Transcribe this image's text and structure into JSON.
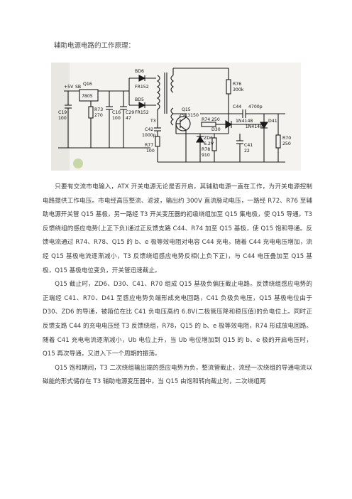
{
  "document": {
    "title": "辅助电源电路的工作原理：",
    "paragraphs": [
      "只要有交流市电输入，ATX 开关电源无论是否开启，其辅助电源一直在工作，为开关电源控制电路提供工作电压。市电经高压整流、滤波，输出约 300V 直流脉动电压，一路经 R72、R76 至辅助电源开关管 Q15 基极，另一路经 T3 开关变压器的初级绕组加至 Q15 集电极，使 Q15 导通。T3 反馈绕组的感应电势(上正下负)通过正反馈支路 C44、R74 加至 Q15 基极，使 Q15 饱和导通。反馈电流通过 R74、R78、Q15 的 b、e 极等效电阻对电容 C44 充电，随着 C44 充电电压增加，流经 Q15 基极电流逐渐减小，T3 反馈绕组感应电势反相(上负下正)，与 C44 电压叠加至 Q15 基极，Q15 基极电位变负，开关管迅速截止。",
      "Q15 截止时，ZD6、D30、C41、R70 组成 Q15 基极负偏压截止电路。反馈绕组感应电势的正端经 C41、R70、D41 至感应电势负端形成充电回路，C41 负极负电压，Q15 基极电位由于 D30、ZD6 的导通，被箝位在比 C41 负电压高约 6.8V(二极管压降和稳压值)的负电位上。同时正反馈支路 C44 的充电电压经 T3 反馈绕组，R78，Q15 的 b、e 极等效电阻，R74 形成放电回路。随着 C41 充电电流逐渐减小，Ub 电位上升，当 Ub 电位增加到 Q15 的 b、e 极的开启电压时，Q15 再次导通，又进入下一个周期的振荡。",
      "Q15 饱和期间，T3 二次绕组输出端的感应电势为负，整流管截止，流经一次绕组的导通电流以磁能的形式储存在 T3 辅助电源变压器中。当 Q15 由饱和转向截止时，二次绕组两"
    ]
  },
  "schematic": {
    "labels": {
      "plus5v": "+5V",
      "sb": "SB",
      "q16": "Q16",
      "ic": "7805",
      "r73": "R73",
      "r73_val": "270",
      "c19": "C19",
      "c19_val": "100",
      "c16": "C16",
      "c16_val": "100",
      "c29": "C29",
      "c29_val": "47",
      "bd6": "BD6",
      "fr152a": "FR152",
      "bd5": "BD5",
      "fr152b": "FR152",
      "t3": "T3",
      "c42": "C42",
      "c42_val": "1000p",
      "r77": "R77",
      "r77_val": "100",
      "r76": "R76",
      "r76_val": "300k",
      "q15": "Q15",
      "q15_type": "2SC3150",
      "c44": "C44",
      "c44_val": "4700p",
      "r74": "R74",
      "r74_val": "250",
      "d30": "D30",
      "d30_type": "1N4148",
      "d41": "D41",
      "d41_type": "1N4148",
      "zd6": "ZD6",
      "zd6_val": "6.2V",
      "r78": "R78",
      "r78_val": "910",
      "c41": "C41",
      "c41_val": "22",
      "r70": "R70",
      "r70_val": "250"
    }
  }
}
